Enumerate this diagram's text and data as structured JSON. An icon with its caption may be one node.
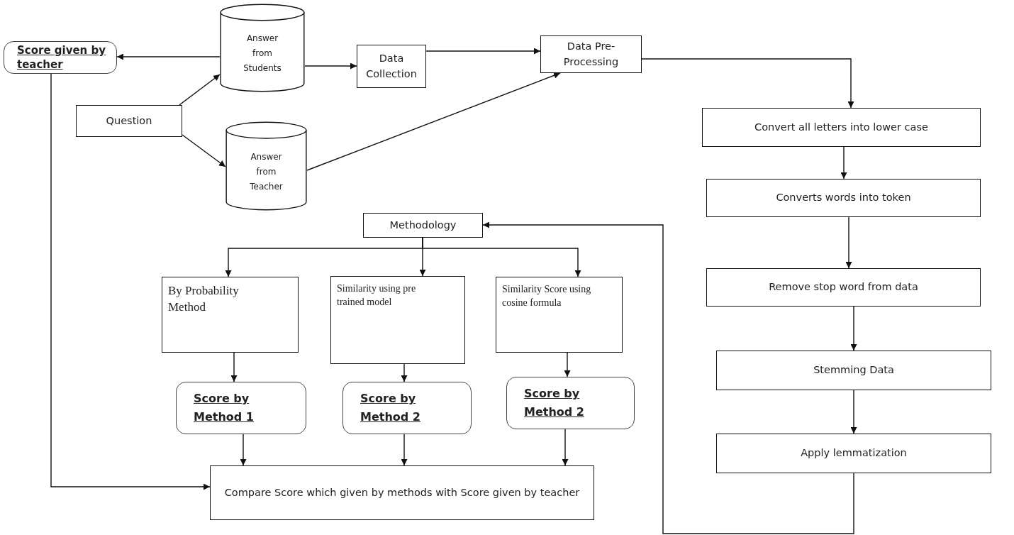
{
  "diagram": {
    "nodes": [
      {
        "text": [
          "Score given by teacher"
        ]
      },
      {
        "text": [
          "Answer from Students"
        ]
      },
      {
        "text": [
          "Data Collection"
        ]
      },
      {
        "text": [
          "Data Pre-Processing"
        ]
      },
      {
        "text": [
          "Question"
        ]
      },
      {
        "text": [
          "Answer from Teacher"
        ]
      },
      {
        "text": [
          "Convert all letters into lower case"
        ]
      },
      {
        "text": [
          "Converts words into token"
        ]
      },
      {
        "text": [
          "Remove stop word from data"
        ]
      },
      {
        "text": [
          "Stemming Data"
        ]
      },
      {
        "text": [
          "Apply lemmatization"
        ]
      },
      {
        "text": [
          "Methodology"
        ]
      },
      {
        "text": [
          "By Probability Method"
        ]
      },
      {
        "text": [
          "Similarity using pre trained model"
        ]
      },
      {
        "text": [
          "Similarity Score using cosine formula"
        ]
      },
      {
        "text": [
          "Score by Method 1"
        ]
      },
      {
        "text": [
          "Score by Method 2"
        ]
      },
      {
        "text": [
          "Score by Method 2"
        ]
      },
      {
        "text": [
          "Compare Score which given by methods with Score given by teacher"
        ]
      }
    ],
    "edges": [
      {
        "from": 1,
        "to": 0,
        "arrow": "to"
      },
      {
        "from": 1,
        "to": 2,
        "arrow": "to"
      },
      {
        "from": 2,
        "to": 3,
        "arrow": "to"
      },
      {
        "from": 4,
        "to": 1,
        "arrow": "to"
      },
      {
        "from": 4,
        "to": 5,
        "arrow": "to"
      },
      {
        "from": 5,
        "to": 3,
        "arrow": "to"
      },
      {
        "from": 3,
        "to": 6,
        "arrow": "to"
      },
      {
        "from": 6,
        "to": 7,
        "arrow": "to"
      },
      {
        "from": 7,
        "to": 8,
        "arrow": "to"
      },
      {
        "from": 8,
        "to": 9,
        "arrow": "to"
      },
      {
        "from": 9,
        "to": 10,
        "arrow": "to"
      },
      {
        "from": 10,
        "to": 11,
        "arrow": "to"
      },
      {
        "from": 11,
        "to": 12,
        "arrow": "to"
      },
      {
        "from": 11,
        "to": 13,
        "arrow": "to"
      },
      {
        "from": 11,
        "to": 14,
        "arrow": "to"
      },
      {
        "from": 12,
        "to": 15,
        "arrow": "to"
      },
      {
        "from": 13,
        "to": 16,
        "arrow": "to"
      },
      {
        "from": 14,
        "to": 17,
        "arrow": "to"
      },
      {
        "from": 15,
        "to": 18,
        "arrow": "to"
      },
      {
        "from": 16,
        "to": 18,
        "arrow": "to"
      },
      {
        "from": 17,
        "to": 18,
        "arrow": "to"
      },
      {
        "from": 0,
        "to": 18,
        "arrow": "to"
      }
    ]
  }
}
